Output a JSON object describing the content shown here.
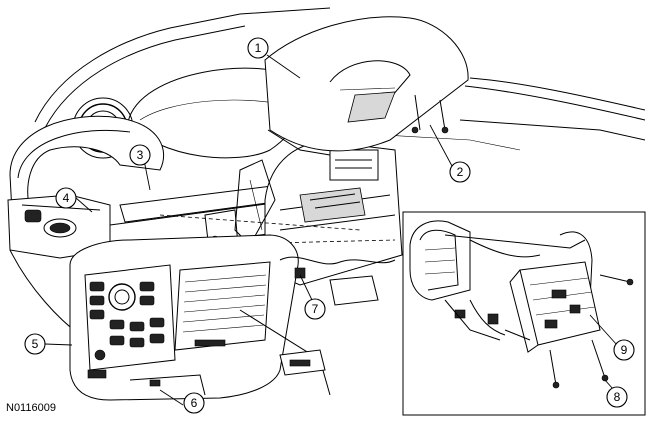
{
  "figure_id": "N0116009",
  "callouts": [
    "1",
    "2",
    "3",
    "4",
    "5",
    "6",
    "7",
    "8",
    "9"
  ],
  "icons": {
    "main_view": "dashboard-exploded-view",
    "inset_view": "inset-detail-view"
  }
}
